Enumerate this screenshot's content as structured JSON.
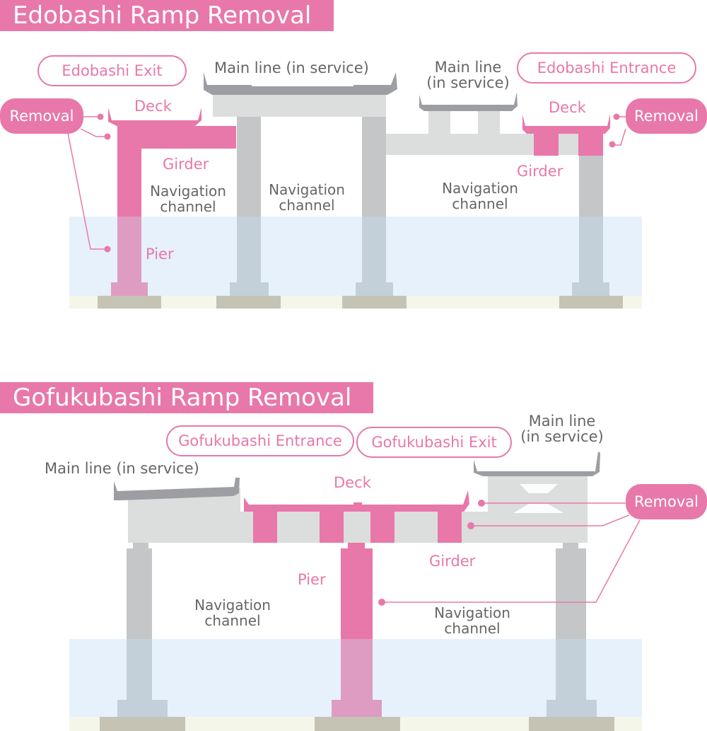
{
  "colors": {
    "accent_pink": "#e878a9",
    "pier_pink_in_water": "#de9cc3",
    "structure_light_gray": "#dcdddd",
    "structure_pier_gray": "#c5c6c8",
    "deck_dark_gray": "#9d9ea3",
    "water_blue": "#e6f1fb",
    "pier_in_water_gray": "#c3d0d9",
    "ground": "#f4f6e9",
    "footing": "#c5c4b4",
    "text_gray": "#666666"
  },
  "edobashi": {
    "title": "Edobashi Ramp Removal",
    "exit_pill": "Edobashi Exit",
    "entrance_pill": "Edobashi Entrance",
    "main_line_1": "Main line (in service)",
    "main_line_2_line1": "Main line",
    "main_line_2_line2": "(in service)",
    "removal_left": "Removal",
    "removal_right": "Removal",
    "deck_left": "Deck",
    "deck_right": "Deck",
    "girder_left": "Girder",
    "girder_right": "Girder",
    "pier": "Pier",
    "nav1_line1": "Navigation",
    "nav1_line2": "channel",
    "nav2_line1": "Navigation",
    "nav2_line2": "channel",
    "nav3_line1": "Navigation",
    "nav3_line2": "channel"
  },
  "gofukubashi": {
    "title": "Gofukubashi Ramp Removal",
    "entrance_pill": "Gofukubashi Entrance",
    "exit_pill": "Gofukubashi Exit",
    "main_line_left": "Main line (in service)",
    "main_line_right_line1": "Main line",
    "main_line_right_line2": "(in service)",
    "deck": "Deck",
    "girder": "Girder",
    "pier": "Pier",
    "removal": "Removal",
    "nav1_line1": "Navigation",
    "nav1_line2": "channel",
    "nav2_line1": "Navigation",
    "nav2_line2": "channel"
  }
}
